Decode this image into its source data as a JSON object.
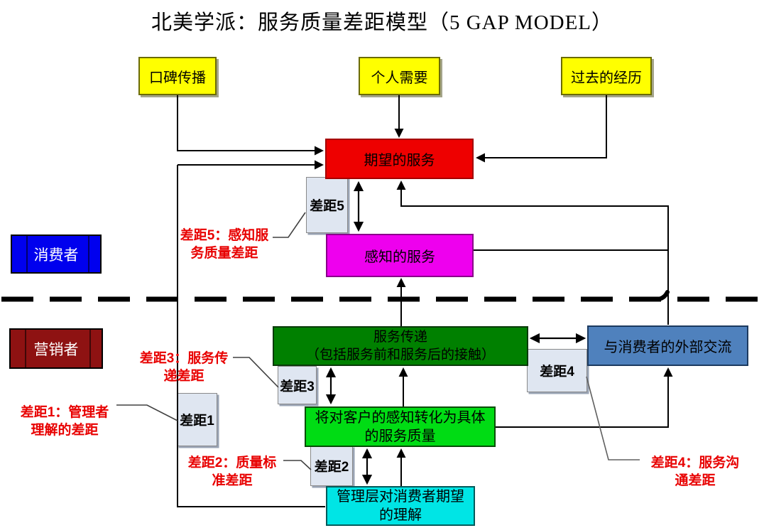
{
  "title": "北美学派：服务质量差距模型（5 GAP MODEL）",
  "nodes": {
    "word_of_mouth": "口碑传播",
    "personal_needs": "个人需要",
    "past_experience": "过去的经历",
    "expected_service": "期望的服务",
    "perceived_service": "感知的服务",
    "consumer": "消费者",
    "marketer": "营销者",
    "service_delivery": "服务传递\n（包括服务前和服务后的接触）",
    "external_communication": "与消费者的外部交流",
    "service_specs": "将对客户的感知转化为具体\n的服务质量",
    "management_perception": "管理层对消费者期望\n的理解",
    "gap1": "差距1",
    "gap2": "差距2",
    "gap3": "差距3",
    "gap4": "差距4",
    "gap5": "差距5"
  },
  "annotations": {
    "gap5_note": "差距5：感知服\n务质量差距",
    "gap3_note": "差距3：服务传\n递差距",
    "gap1_note": "差距1：管理者\n理解的差距",
    "gap2_note": "差距2：质量标\n准差距",
    "gap4_note": "差距4：服务沟\n通差距"
  },
  "colors": {
    "source_box": "#FFFF00",
    "expected_box": "#EE0000",
    "perceived_box": "#EE00EE",
    "consumer_label": "#0000EE",
    "marketer_label": "#8E1212",
    "delivery_box": "#008000",
    "external_box": "#4F81BD",
    "specs_box": "#00DC14",
    "management_box": "#00E5E5",
    "gap_box": "#DFE6F1",
    "annotation_text": "#E80000",
    "line": "#000000"
  }
}
